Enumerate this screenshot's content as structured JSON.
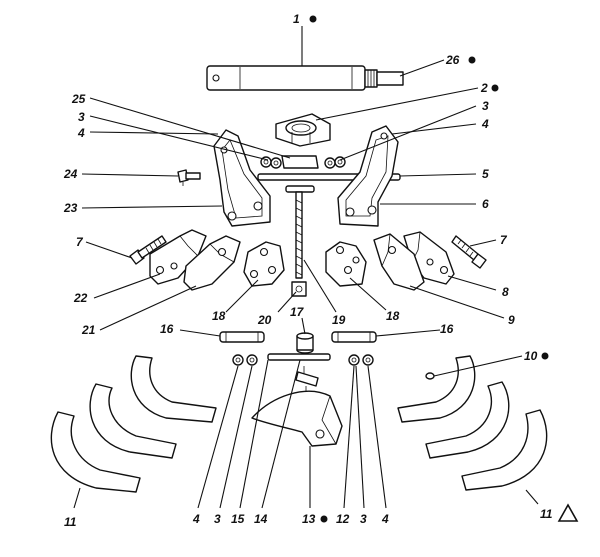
{
  "callouts": [
    {
      "id": "c1",
      "text": "1",
      "dot": true
    },
    {
      "id": "c26",
      "text": "26",
      "dot": true
    },
    {
      "id": "c2",
      "text": "2",
      "dot": true
    },
    {
      "id": "c25",
      "text": "25",
      "dot": false
    },
    {
      "id": "c3a",
      "text": "3",
      "dot": false
    },
    {
      "id": "c3b",
      "text": "3",
      "dot": false
    },
    {
      "id": "c4a",
      "text": "4",
      "dot": false
    },
    {
      "id": "c4b",
      "text": "4",
      "dot": false
    },
    {
      "id": "c24",
      "text": "24",
      "dot": false
    },
    {
      "id": "c5",
      "text": "5",
      "dot": false
    },
    {
      "id": "c23",
      "text": "23",
      "dot": false
    },
    {
      "id": "c6",
      "text": "6",
      "dot": false
    },
    {
      "id": "c7a",
      "text": "7",
      "dot": false
    },
    {
      "id": "c7b",
      "text": "7",
      "dot": false
    },
    {
      "id": "c22",
      "text": "22",
      "dot": false
    },
    {
      "id": "c8",
      "text": "8",
      "dot": false
    },
    {
      "id": "c21",
      "text": "21",
      "dot": false
    },
    {
      "id": "c9",
      "text": "9",
      "dot": false
    },
    {
      "id": "c18a",
      "text": "18",
      "dot": false
    },
    {
      "id": "c20",
      "text": "20",
      "dot": false
    },
    {
      "id": "c19",
      "text": "19",
      "dot": false
    },
    {
      "id": "c18b",
      "text": "18",
      "dot": false
    },
    {
      "id": "c17",
      "text": "17",
      "dot": false
    },
    {
      "id": "c16a",
      "text": "16",
      "dot": false
    },
    {
      "id": "c16b",
      "text": "16",
      "dot": false
    },
    {
      "id": "c10",
      "text": "10",
      "dot": true
    },
    {
      "id": "c4c",
      "text": "4",
      "dot": false
    },
    {
      "id": "c3c",
      "text": "3",
      "dot": false
    },
    {
      "id": "c15",
      "text": "15",
      "dot": false
    },
    {
      "id": "c14",
      "text": "14",
      "dot": false
    },
    {
      "id": "c13",
      "text": "13",
      "dot": true
    },
    {
      "id": "c12",
      "text": "12",
      "dot": false
    },
    {
      "id": "c3d",
      "text": "3",
      "dot": false
    },
    {
      "id": "c4d",
      "text": "4",
      "dot": false
    },
    {
      "id": "c11a",
      "text": "11",
      "dot": false
    },
    {
      "id": "c11b",
      "text": "11",
      "dot": false,
      "triangle": true
    }
  ]
}
